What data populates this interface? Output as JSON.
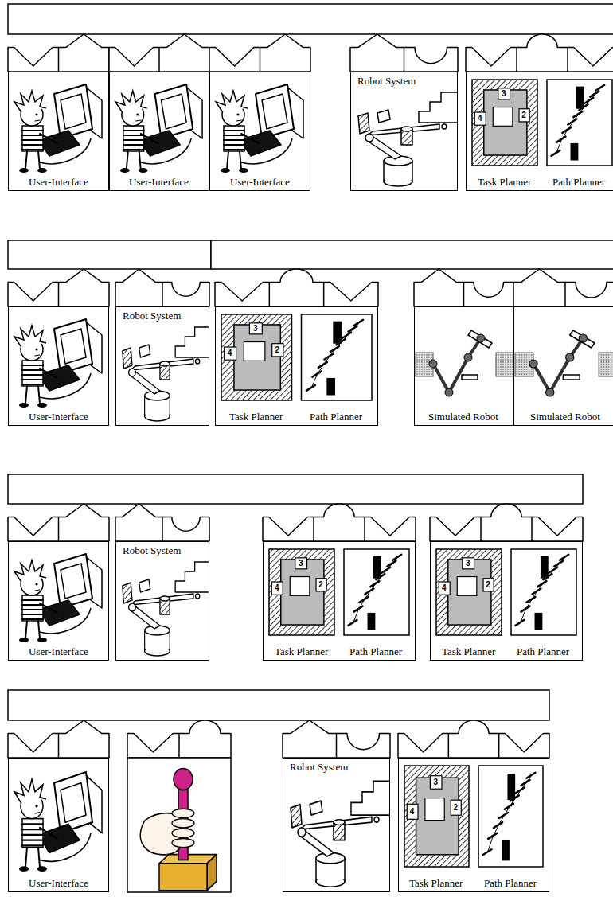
{
  "diagram": {
    "nodes": [
      {
        "text": [
          "User-Interface"
        ]
      },
      {
        "text": [
          "User-Interface"
        ]
      },
      {
        "text": [
          "User-Interface"
        ]
      },
      {
        "text": [
          "Robot System"
        ]
      },
      {
        "text": [
          "Task Planner",
          "Path Planner"
        ]
      },
      {
        "text": [
          "User-Interface"
        ]
      },
      {
        "text": [
          "Robot System"
        ]
      },
      {
        "text": [
          "Task Planner",
          "Path Planner"
        ]
      },
      {
        "text": [
          "Simulated Robot"
        ]
      },
      {
        "text": [
          "Simulated Robot"
        ]
      },
      {
        "text": [
          "User-Interface"
        ]
      },
      {
        "text": [
          "Robot System"
        ]
      },
      {
        "text": [
          "Task Planner",
          "Path Planner"
        ]
      },
      {
        "text": [
          "Task Planner",
          "Path Planner"
        ]
      },
      {
        "text": [
          "User-Interface"
        ]
      },
      {
        "text": [
          "Robot System"
        ]
      },
      {
        "text": [
          "Task Planner",
          "Path Planner"
        ]
      }
    ],
    "labels": [
      "3",
      "4",
      "2",
      "3",
      "4",
      "2",
      "3",
      "4",
      "2",
      "3",
      "4",
      "2",
      "3",
      "4",
      "2"
    ]
  }
}
